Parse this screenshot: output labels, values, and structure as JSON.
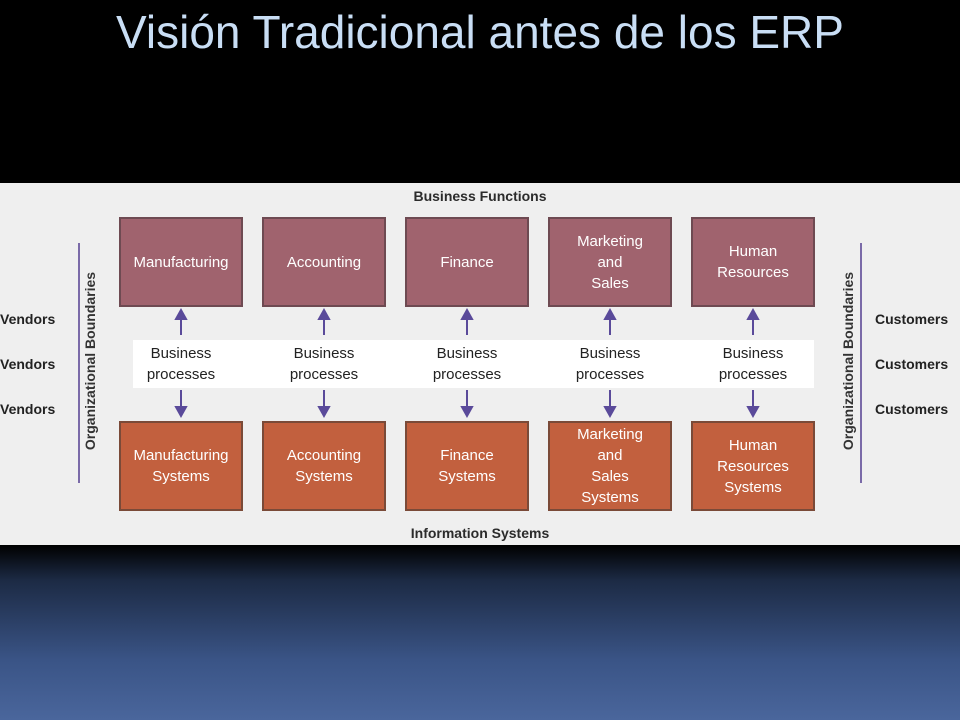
{
  "slide": {
    "title": "Visión Tradicional antes de los ERP"
  },
  "diagram": {
    "top_label": "Business Functions",
    "bottom_label": "Information Systems",
    "left_boundary_label": "Organizational Boundaries",
    "right_boundary_label": "Organizational Boundaries",
    "left_entities": [
      "Vendors",
      "Vendors",
      "Vendors"
    ],
    "right_entities": [
      "Customers",
      "Customers",
      "Customers"
    ],
    "functions": [
      "Manufacturing",
      "Accounting",
      "Finance",
      "Marketing\nand\nSales",
      "Human\nResources"
    ],
    "processes": [
      "Business\nprocesses",
      "Business\nprocesses",
      "Business\nprocesses",
      "Business\nprocesses",
      "Business\nprocesses"
    ],
    "systems": [
      "Manufacturing\nSystems",
      "Accounting\nSystems",
      "Finance\nSystems",
      "Marketing\nand\nSales\nSystems",
      "Human\nResources\nSystems"
    ],
    "colors": {
      "function_box": "#a0636e",
      "system_box": "#c2603e",
      "arrow": "#5a4a9a"
    }
  }
}
